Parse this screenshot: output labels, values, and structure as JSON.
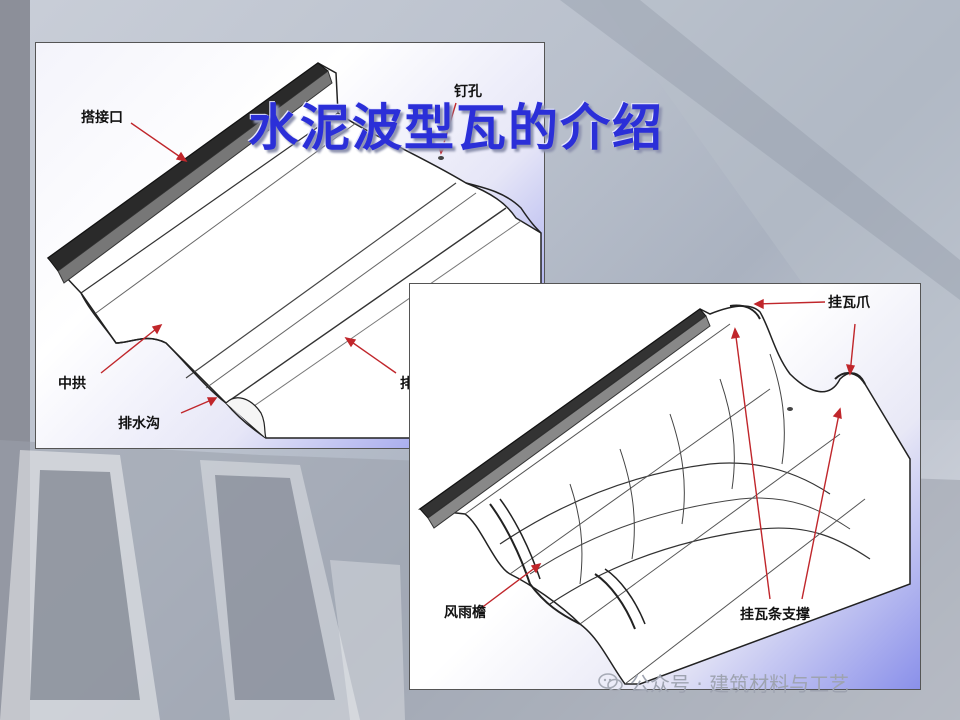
{
  "slide": {
    "title": "水泥波型瓦的介绍",
    "watermark": "公众号 · 建筑材料与工艺"
  },
  "diagram_a": {
    "labels": {
      "lap_joint": "搭接口",
      "nail_hole": "钉孔",
      "middle_arch": "中拱",
      "drain_groove": "排水沟",
      "partial_label": "排"
    }
  },
  "diagram_b": {
    "labels": {
      "hanging_claw": "挂瓦爪",
      "wind_rain_eave": "风雨檐",
      "batten_support": "挂瓦条支撑"
    }
  },
  "colors": {
    "title": "#2b2fd8",
    "arrow": "#c0262b",
    "panel_gradient_end": "#7f86e8"
  },
  "icons": {
    "watermark": "wechat-icon"
  }
}
